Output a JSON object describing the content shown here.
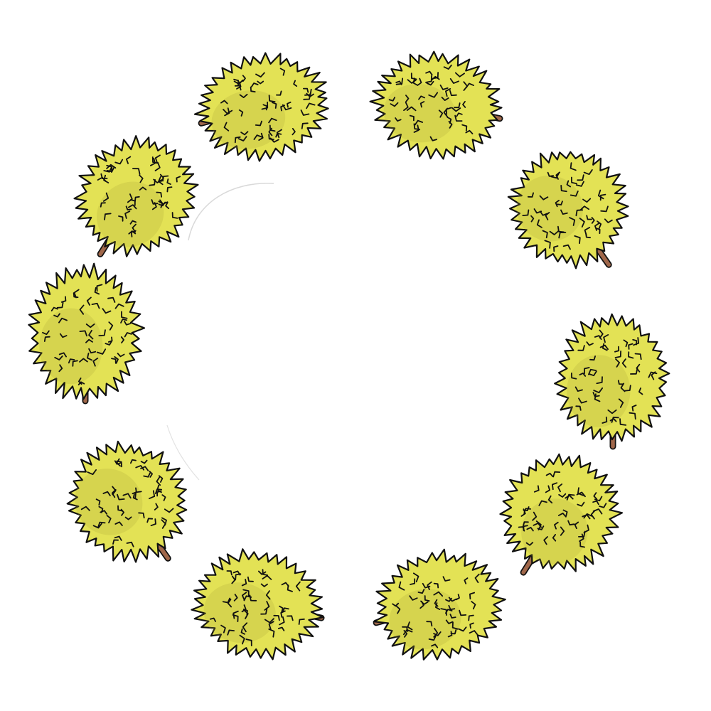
{
  "illustration": {
    "subject": "durian",
    "count": 10,
    "arrangement": "ring",
    "colors": {
      "background": "#ffffff",
      "fruit": "#e3e255",
      "fruit_shadow": "#a9a536",
      "outline": "#111111",
      "stem": "#a0674a",
      "ghost_arc": "#d9d9d9"
    }
  }
}
